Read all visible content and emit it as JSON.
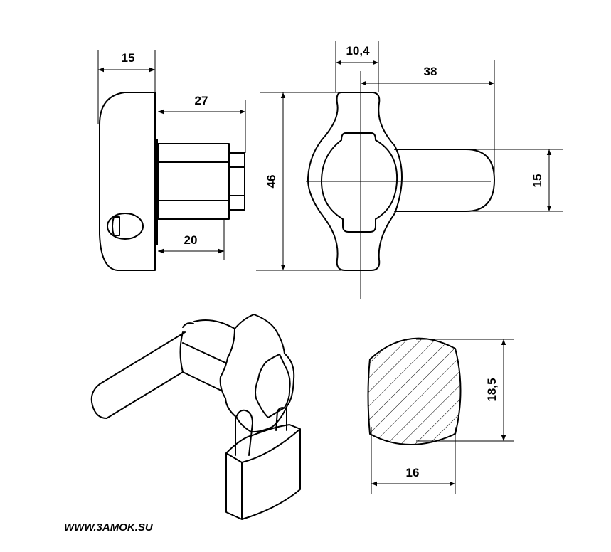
{
  "dimensions": {
    "side_body_depth": "15",
    "side_cylinder_total": "27",
    "side_cylinder_body": "20",
    "front_height": "46",
    "front_offset": "10,4",
    "front_lever_length": "38",
    "front_lever_width": "15",
    "section_height": "18,5",
    "section_width": "16"
  },
  "website": "WWW.3AMOK.SU"
}
